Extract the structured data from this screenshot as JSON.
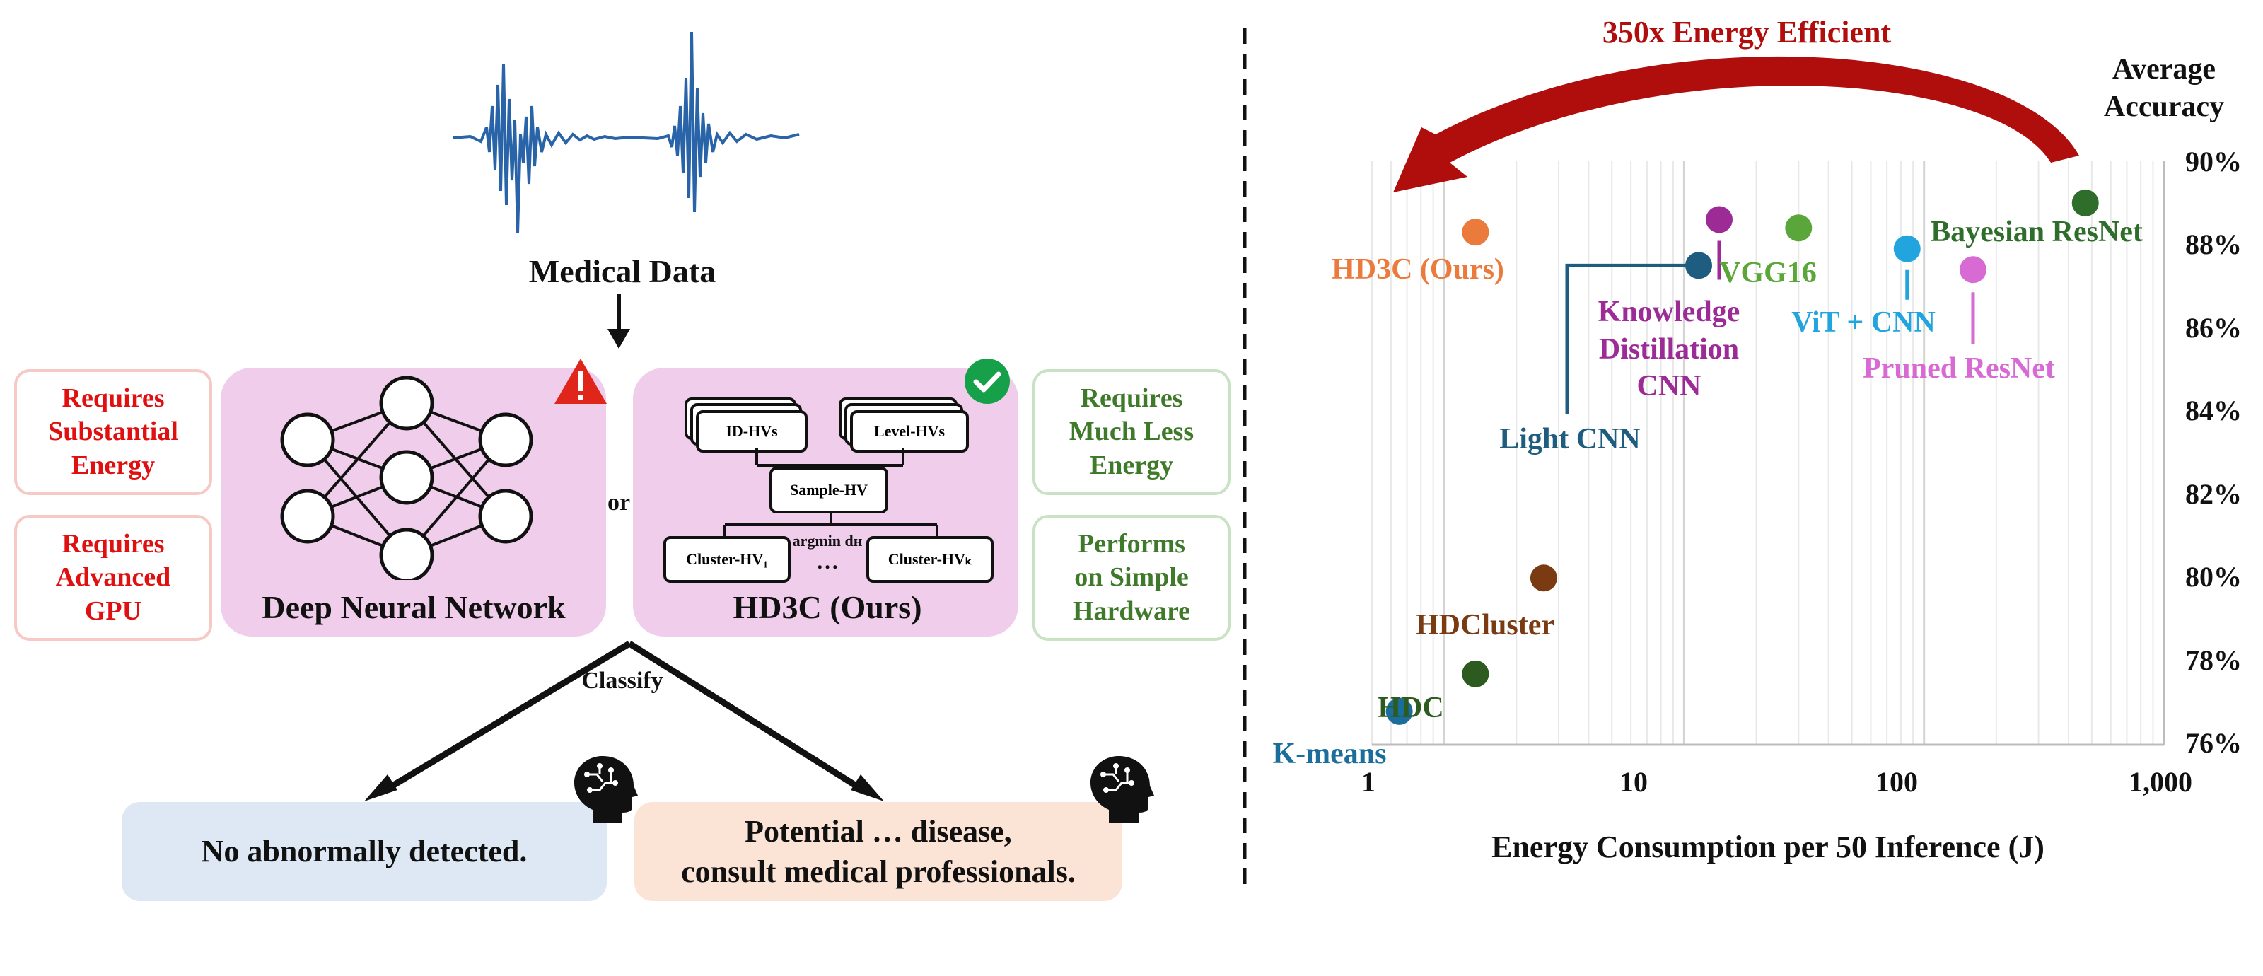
{
  "left": {
    "medical_data_label": "Medical Data",
    "or_label": "or",
    "classify_label": "Classify",
    "dnn_title": "Deep Neural Network",
    "hd3c_title": "HD3C (Ours)",
    "left_boxes": [
      {
        "lines": [
          "Requires",
          "Substantial",
          "Energy"
        ]
      },
      {
        "lines": [
          "Requires",
          "Advanced",
          "GPU"
        ]
      }
    ],
    "right_boxes": [
      {
        "lines": [
          "Requires",
          "Much Less",
          "Energy"
        ]
      },
      {
        "lines": [
          "Performs",
          "on Simple",
          "Hardware"
        ]
      }
    ],
    "hv": {
      "id_hvs": "ID-HVs",
      "level_hvs": "Level-HVs",
      "sample_hv": "Sample-HV",
      "cluster_1": "Cluster-HV₁",
      "cluster_k": "Cluster-HVₖ",
      "argmin": "argmin dʜ",
      "ellipsis": "…"
    },
    "outcome_normal": "No abnormally detected.",
    "outcome_disease_line1": "Potential … disease,",
    "outcome_disease_line2": "consult medical professionals."
  },
  "colors": {
    "panel": "#efcdeb",
    "warning": "#e01010",
    "good": "#3f7a2a",
    "outcome_normal_bg": "#dde8f4",
    "outcome_disease_bg": "#fbe3d6",
    "arrow_red": "#b00d0d"
  },
  "chart_data": {
    "type": "scatter",
    "title": "350x Energy Efficient",
    "xlabel": "Energy Consumption per 50 Inference (J)",
    "ylabel": "Average Accuracy",
    "xscale": "log",
    "xlim": [
      0.5,
      1000
    ],
    "ylim": [
      76,
      90
    ],
    "x_ticks": [
      "1",
      "10",
      "100",
      "1,000"
    ],
    "x_tick_values": [
      1,
      10,
      100,
      1000
    ],
    "y_ticks": [
      "76%",
      "78%",
      "80%",
      "82%",
      "84%",
      "86%",
      "88%",
      "90%"
    ],
    "y_tick_values": [
      76,
      78,
      80,
      82,
      84,
      86,
      88,
      90
    ],
    "y_axis_side": "right",
    "grid": "vertical",
    "points": [
      {
        "name": "K-means",
        "x": 0.65,
        "y": 76.8,
        "color": "#1b6e9c"
      },
      {
        "name": "HDC",
        "x": 1.35,
        "y": 77.7,
        "color": "#2d5a1f"
      },
      {
        "name": "HDCluster",
        "x": 2.6,
        "y": 80.0,
        "color": "#7a3a12"
      },
      {
        "name": "HD3C (Ours)",
        "x": 1.35,
        "y": 88.3,
        "color": "#ea7b3c"
      },
      {
        "name": "Light CNN",
        "x": 11.5,
        "y": 87.5,
        "color": "#1e5d7f"
      },
      {
        "name": "Knowledge Distillation CNN",
        "x": 14,
        "y": 88.6,
        "color": "#9c2b96"
      },
      {
        "name": "VGG16",
        "x": 30,
        "y": 88.4,
        "color": "#5aa63a"
      },
      {
        "name": "ViT + CNN",
        "x": 85,
        "y": 87.9,
        "color": "#22a5de"
      },
      {
        "name": "Pruned ResNet",
        "x": 160,
        "y": 87.4,
        "color": "#d76ad3"
      },
      {
        "name": "Bayesian ResNet",
        "x": 470,
        "y": 89.0,
        "color": "#2f6e2a"
      }
    ],
    "annotation_lines": [
      "Average",
      "Accuracy"
    ]
  }
}
